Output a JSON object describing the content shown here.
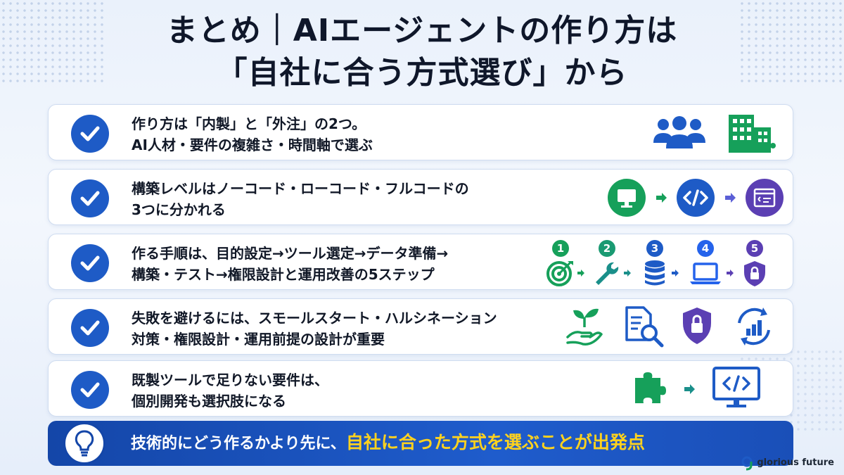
{
  "title": {
    "line1": "まとめ｜AIエージェントの作り方は",
    "line2": "「自社に合う方式選び」から"
  },
  "points": [
    {
      "line1": "作り方は「内製」と「外注」の2つ。",
      "line2": "AI人材・要件の複雑さ・時間軸で選ぶ",
      "icons": [
        "people-icon",
        "building-icon"
      ]
    },
    {
      "line1": "構築レベルはノーコード・ローコード・フルコードの",
      "line2": "3つに分かれる",
      "icons": [
        "monitor-icon",
        "code-icon",
        "editor-window-icon"
      ]
    },
    {
      "line1": "作る手順は、目的設定→ツール選定→データ準備→",
      "line2": "構築・テスト→権限設計と運用改善の5ステップ",
      "steps": [
        "1",
        "2",
        "3",
        "4",
        "5"
      ],
      "icons": [
        "target-icon",
        "wrench-icon",
        "database-icon",
        "laptop-icon",
        "shield-lock-icon"
      ]
    },
    {
      "line1": "失敗を避けるには、スモールスタート・ハルシネーション",
      "line2": "対策・権限設計・運用前提の設計が重要",
      "icons": [
        "sprout-hand-icon",
        "document-search-icon",
        "shield-lock-icon",
        "cycle-chart-icon"
      ]
    },
    {
      "line1": "既製ツールで足りない要件は、",
      "line2": "個別開発も選択肢になる",
      "icons": [
        "puzzle-icon",
        "code-monitor-icon"
      ]
    }
  ],
  "banner": {
    "white_text": "技術的にどう作るかより先に、",
    "yellow_text": "自社に合った方式を選ぶことが出発点",
    "icon": "lightbulb-icon"
  },
  "brand": {
    "name": "glorious future"
  },
  "colors": {
    "blue": "#1e5bc6",
    "green": "#16a05a",
    "purple": "#5b3fb3",
    "yellow": "#ffd21e",
    "banner": "#1446a8"
  }
}
